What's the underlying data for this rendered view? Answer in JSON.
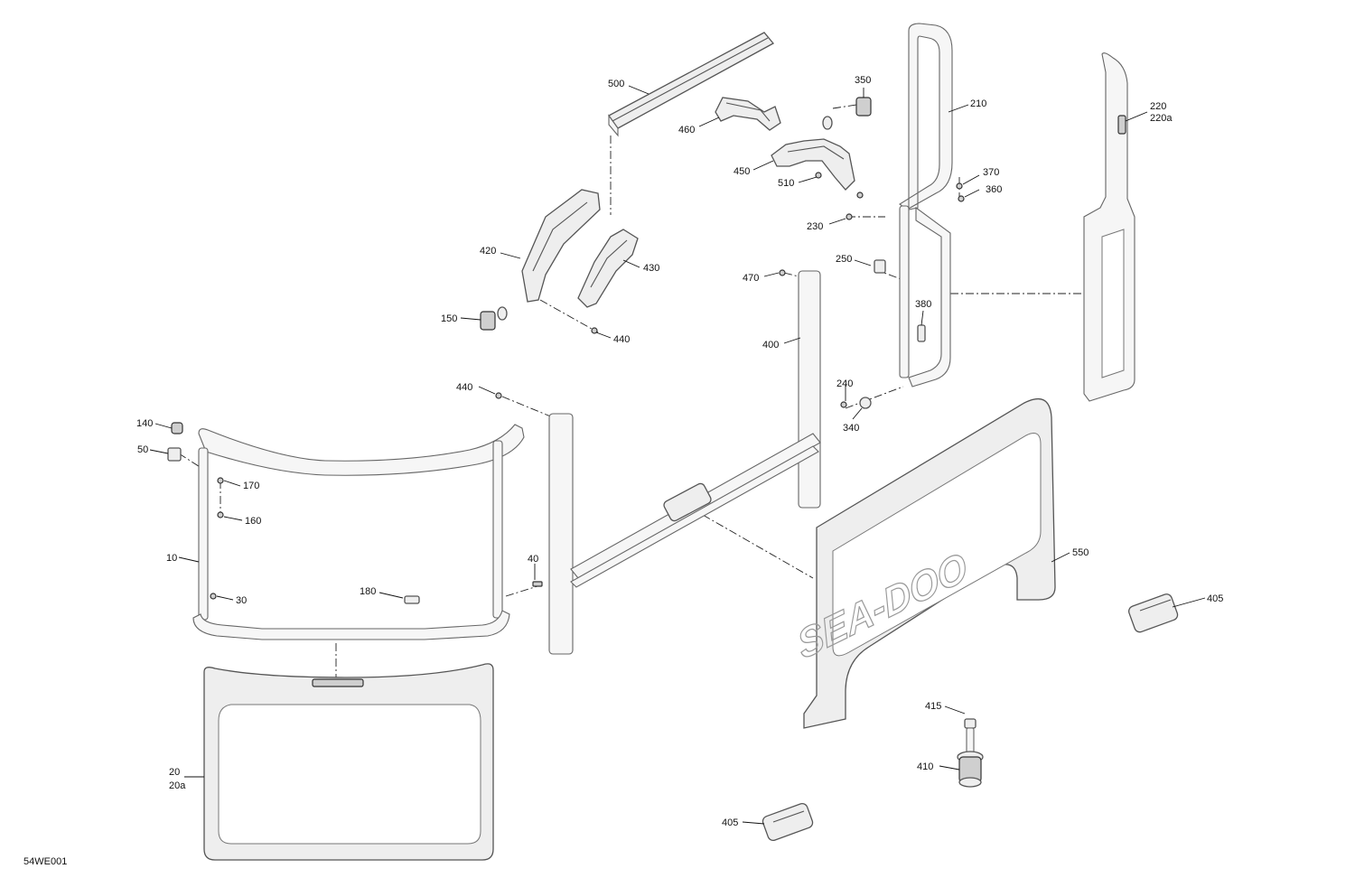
{
  "diagram": {
    "reference_code": "54WE001",
    "brand_logo": "SEA-DOO",
    "callouts": [
      {
        "id": "c500",
        "text": "500"
      },
      {
        "id": "c460",
        "text": "460"
      },
      {
        "id": "c350",
        "text": "350"
      },
      {
        "id": "c210",
        "text": "210"
      },
      {
        "id": "c220",
        "text": "220"
      },
      {
        "id": "c220a",
        "text": "220a"
      },
      {
        "id": "c450",
        "text": "450"
      },
      {
        "id": "c510",
        "text": "510"
      },
      {
        "id": "c370",
        "text": "370"
      },
      {
        "id": "c360",
        "text": "360"
      },
      {
        "id": "c230",
        "text": "230"
      },
      {
        "id": "c420",
        "text": "420"
      },
      {
        "id": "c430",
        "text": "430"
      },
      {
        "id": "c250",
        "text": "250"
      },
      {
        "id": "c470",
        "text": "470"
      },
      {
        "id": "c380",
        "text": "380"
      },
      {
        "id": "c150",
        "text": "150"
      },
      {
        "id": "c440a",
        "text": "440"
      },
      {
        "id": "c400",
        "text": "400"
      },
      {
        "id": "c240",
        "text": "240"
      },
      {
        "id": "c440b",
        "text": "440"
      },
      {
        "id": "c340",
        "text": "340"
      },
      {
        "id": "c140",
        "text": "140"
      },
      {
        "id": "c50",
        "text": "50"
      },
      {
        "id": "c170",
        "text": "170"
      },
      {
        "id": "c160",
        "text": "160"
      },
      {
        "id": "c10",
        "text": "10"
      },
      {
        "id": "c40",
        "text": "40"
      },
      {
        "id": "c550",
        "text": "550"
      },
      {
        "id": "c405a",
        "text": "405"
      },
      {
        "id": "c30",
        "text": "30"
      },
      {
        "id": "c180",
        "text": "180"
      },
      {
        "id": "c415",
        "text": "415"
      },
      {
        "id": "c20",
        "text": "20"
      },
      {
        "id": "c20a",
        "text": "20a"
      },
      {
        "id": "c410",
        "text": "410"
      },
      {
        "id": "c405b",
        "text": "405"
      }
    ]
  }
}
